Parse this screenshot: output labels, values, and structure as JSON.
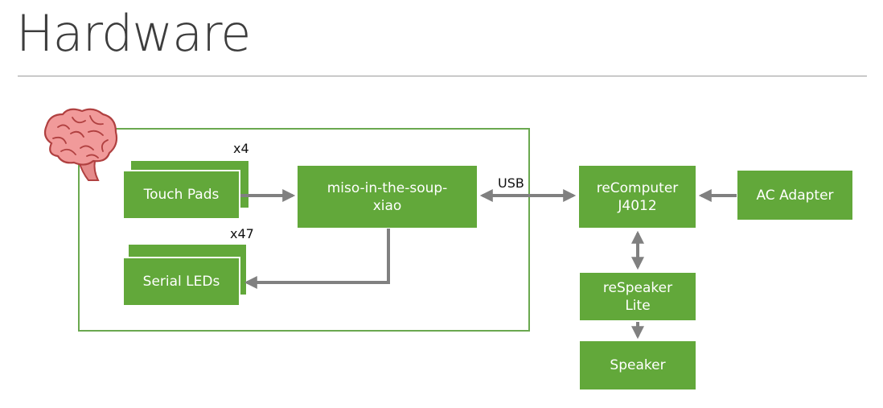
{
  "title": "Hardware",
  "colors": {
    "box": "#62a83a",
    "frame": "#6aa84f",
    "arrow": "#808080",
    "brain": "#f19a9a"
  },
  "icons": {
    "brain": "brain-icon"
  },
  "nodes": {
    "touch_pads": "Touch Pads",
    "serial_leds": "Serial LEDs",
    "miso": "miso-in-the-soup-\nxiao",
    "recomputer": "reComputer\nJ4012",
    "ac_adapter": "AC Adapter",
    "respeaker": "reSpeaker\nLite",
    "speaker": "Speaker"
  },
  "labels": {
    "touch_count": "x4",
    "led_count": "x47",
    "usb": "USB"
  }
}
